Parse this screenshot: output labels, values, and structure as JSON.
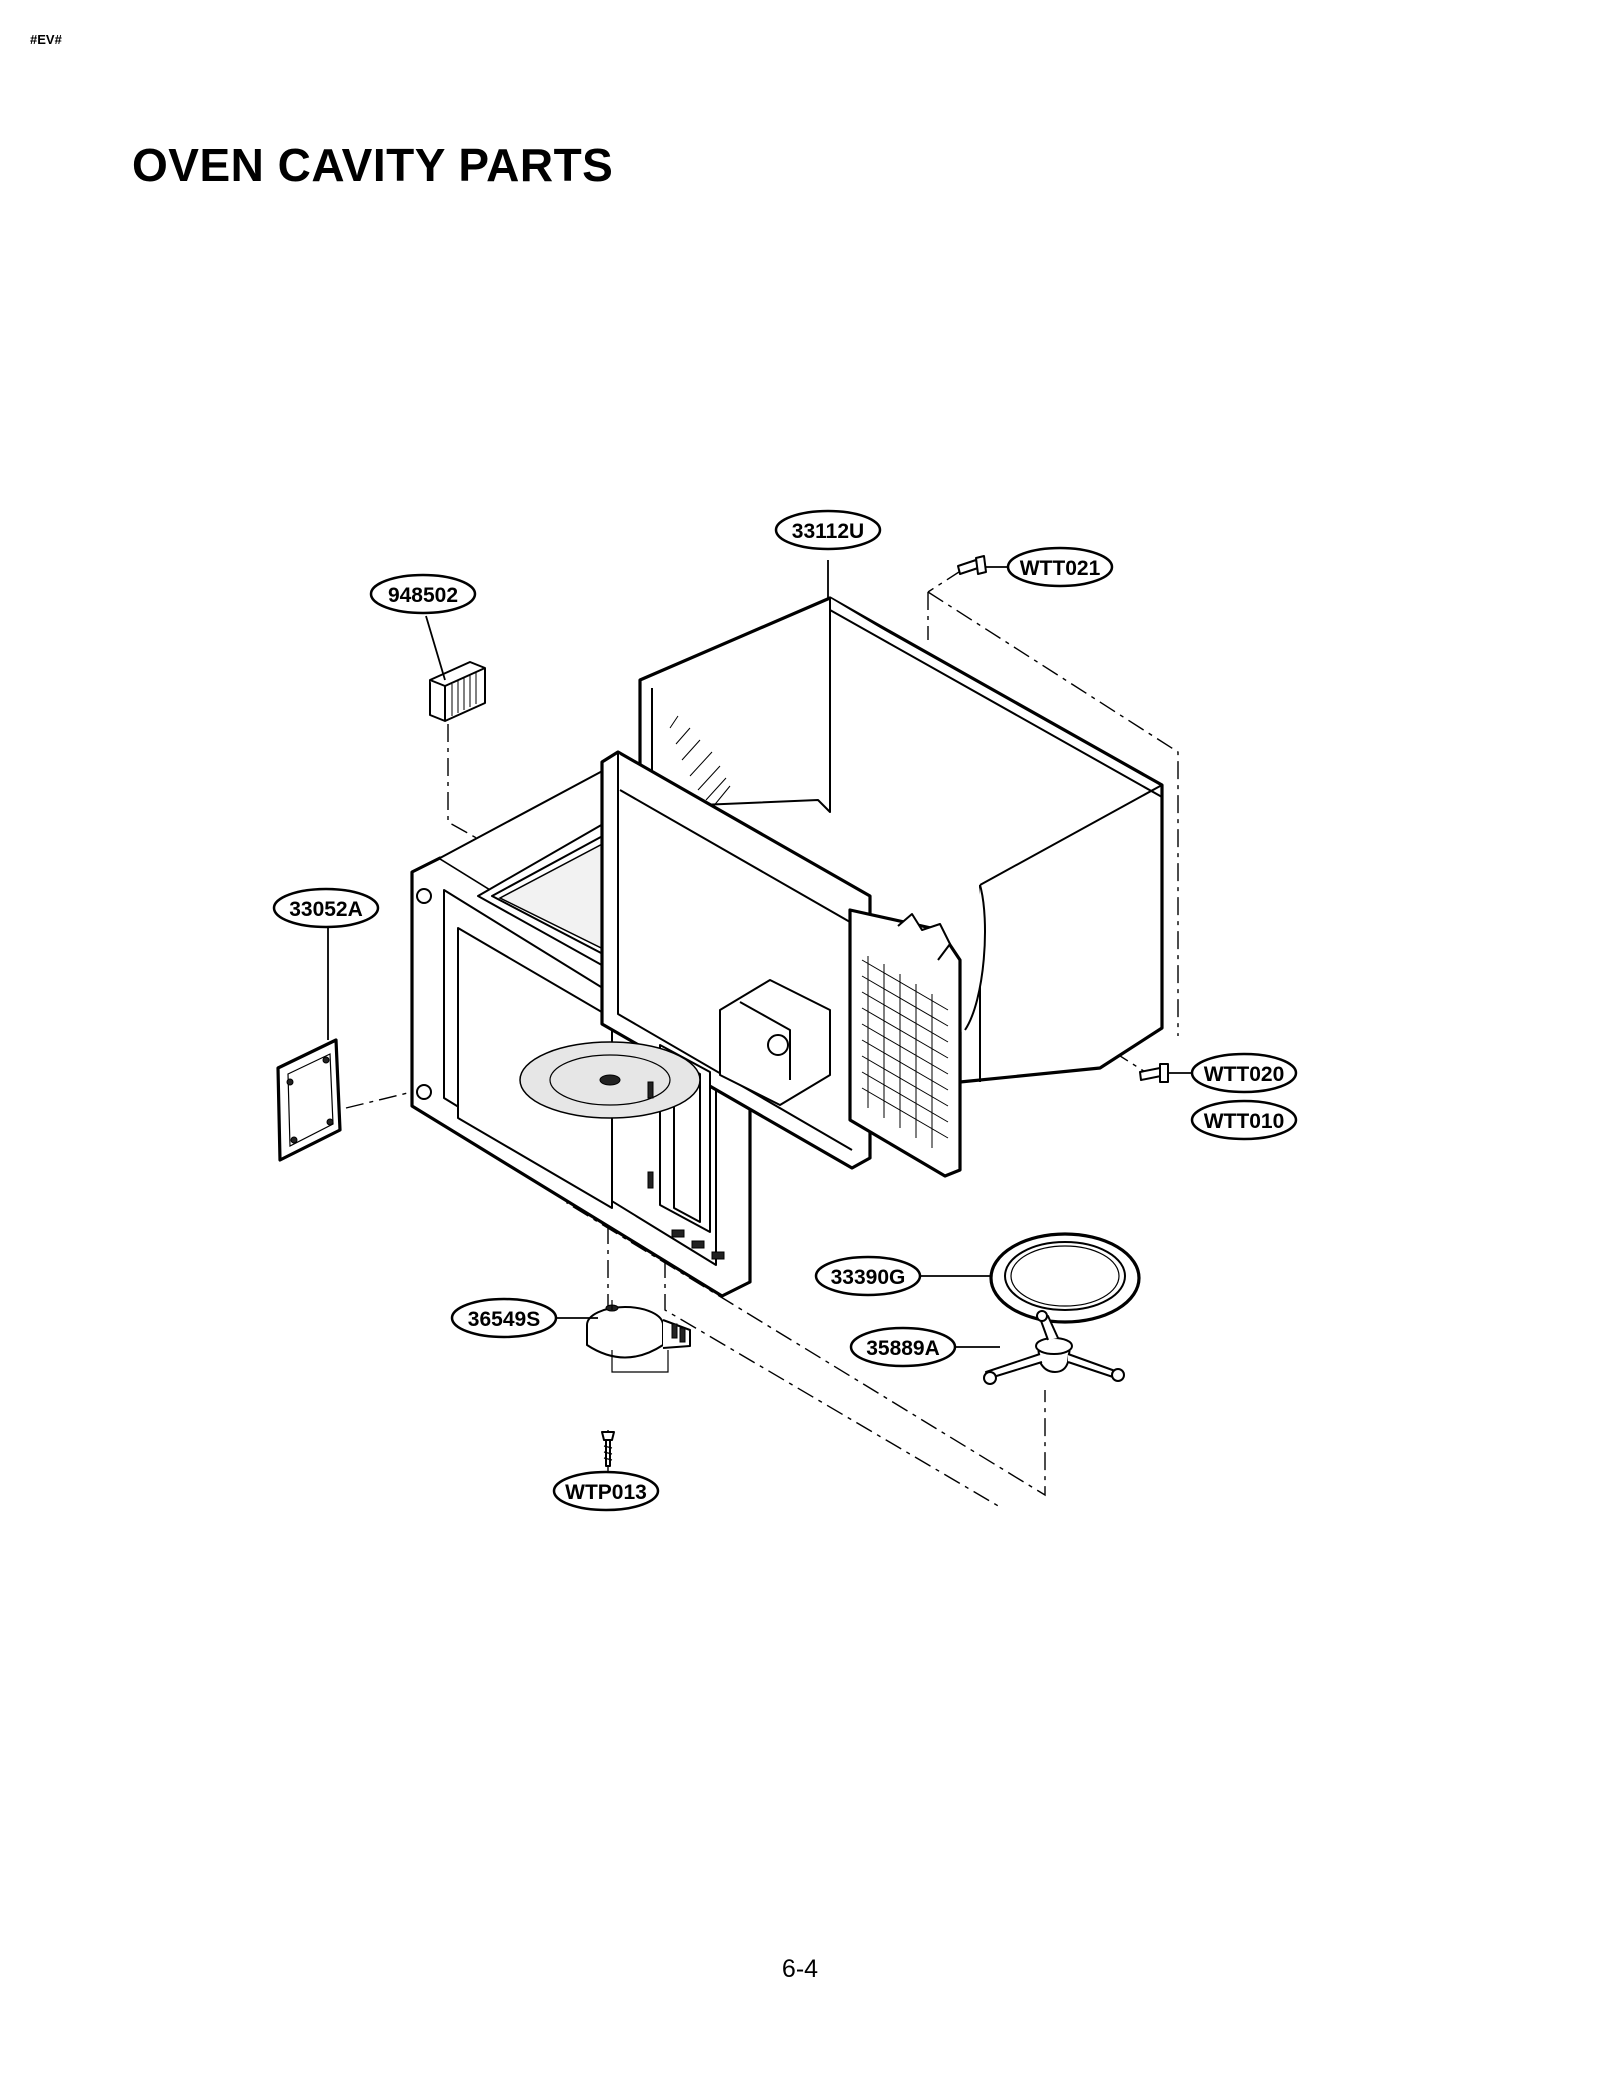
{
  "header": {
    "tag": "#EV#",
    "title": "OVEN CAVITY PARTS"
  },
  "footer": {
    "page_number": "6-4"
  },
  "callouts": {
    "outer_case": "33112U",
    "screw_top": "WTT021",
    "part_948502": "948502",
    "cover_plate": "33052A",
    "screw_rear_a": "WTT020",
    "screw_rear_b": "WTT010",
    "glass_tray": "33390G",
    "roller_guide": "35889A",
    "motor": "36549S",
    "screw_bottom": "WTP013"
  }
}
